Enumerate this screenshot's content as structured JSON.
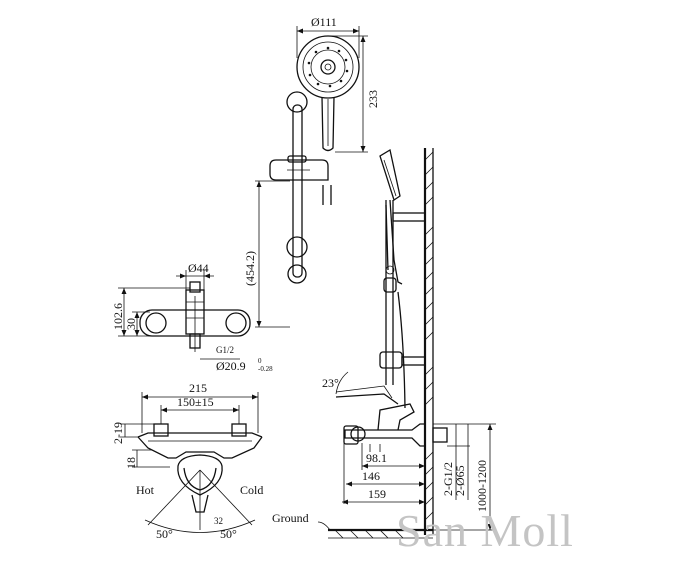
{
  "dimensions": {
    "head_diameter": "Ø111",
    "head_height": "233",
    "rail_length": "(454.2)",
    "valve_diameter": "Ø44",
    "height_total": "102.6",
    "height_lower": "30",
    "thread": "G1/2",
    "spout_diameter": "Ø20.9",
    "spout_tolerance_upper": "0",
    "spout_tolerance_lower": "-0.28",
    "width_total": "215",
    "centers": "150±15",
    "front_offset_a": "2-19",
    "front_offset_b": "18",
    "angle_left": "50°",
    "angle_right": "50°",
    "angle_small": "32",
    "tilt_angle": "23°",
    "side_a": "98.1",
    "side_b": "146",
    "side_c": "159",
    "side_thread": "2-G1/2",
    "side_diameter": "2-Ø65",
    "mount_height": "1000-1200"
  },
  "labels": {
    "hot": "Hot",
    "cold": "Cold",
    "ground": "Ground"
  },
  "watermark": "San Moll"
}
